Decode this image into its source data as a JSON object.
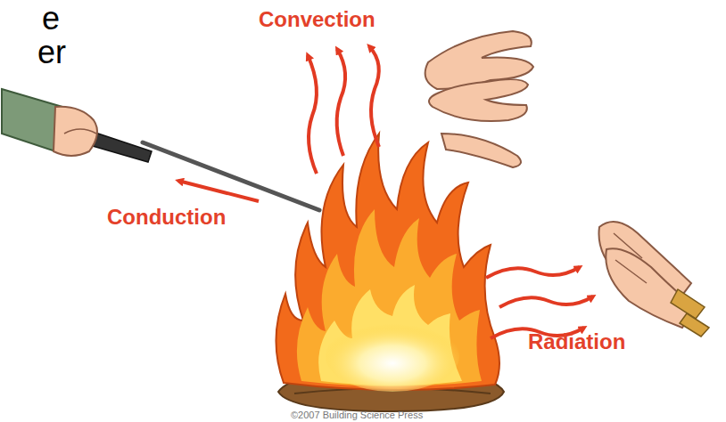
{
  "diagram": {
    "labels": [
      "e",
      "er",
      "Convection",
      "Conduction",
      "Radiation",
      "©2007 Building Science Press"
    ]
  }
}
